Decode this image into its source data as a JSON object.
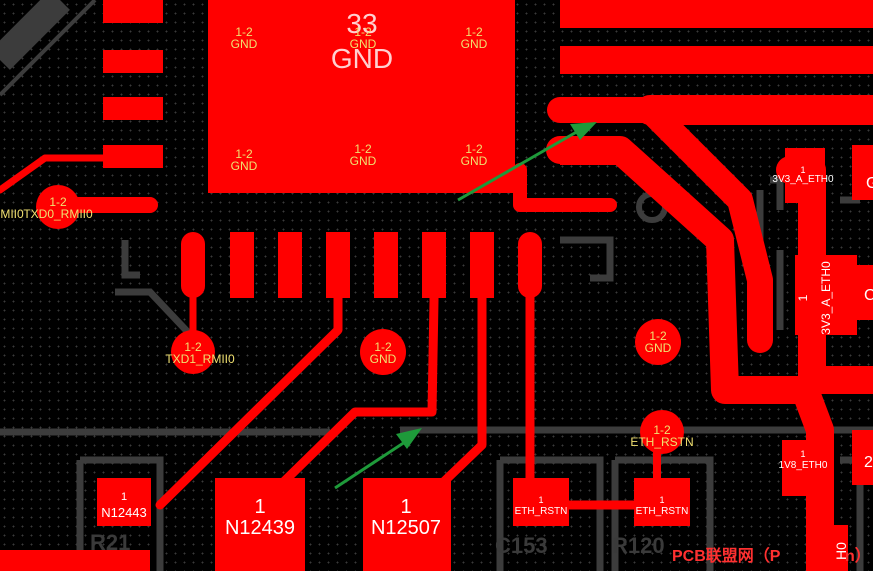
{
  "board": {
    "colors": {
      "background": "#000000",
      "copper_top": "#ff0000",
      "keepout_gray": "#3c3c3c",
      "via_text": "#f0e070",
      "silk_text": "#ffffff",
      "arrow": "#1e9a3a"
    },
    "thermal_pad": {
      "pin": "33",
      "net": "GND"
    },
    "pad_vias": [
      {
        "layers": "1-2",
        "net": "GND"
      },
      {
        "layers": "1-2",
        "net": "GND"
      },
      {
        "layers": "1-2",
        "net": "GND"
      },
      {
        "layers": "1-2",
        "net": "GND"
      },
      {
        "layers": "1-2",
        "net": "GND"
      },
      {
        "layers": "1-2",
        "net": "GND"
      }
    ],
    "vias": [
      {
        "layers": "1-2",
        "net": "TXD0_RMII0",
        "net_extra": "MII0"
      },
      {
        "layers": "1-2",
        "net": "TXD1_RMII0"
      },
      {
        "layers": "1-2",
        "net": "GND"
      },
      {
        "layers": "1-2",
        "net": "GND"
      },
      {
        "layers": "1-2",
        "net": "ETH_RSTN"
      }
    ],
    "pads": [
      {
        "pin": "1",
        "net": "N12443"
      },
      {
        "pin": "1",
        "net": "N12439"
      },
      {
        "pin": "1",
        "net": "N12507"
      },
      {
        "pin": "1",
        "net": "ETH_RSTN"
      },
      {
        "pin": "1",
        "net": "ETH_RSTN"
      },
      {
        "pin": "1",
        "net": "3V3_A_ETH0"
      },
      {
        "pin": "1",
        "net": "3V3_A_ETH0"
      },
      {
        "pin": "1",
        "net": "1V8_ETH0"
      }
    ],
    "edge_labels": {
      "right_g1": "G",
      "right_c": "C",
      "right_2": "2",
      "bottom_right": "H0"
    },
    "ref_designators": {
      "r1": "R21",
      "c1": "C153",
      "r2": "R120"
    },
    "watermark": "PCB联盟网（P",
    "watermark_tail": "n）"
  }
}
